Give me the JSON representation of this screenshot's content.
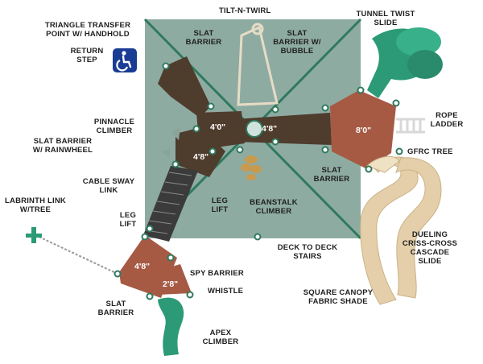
{
  "labels": {
    "tilt_n_twirl": "TILT-N-TWIRL",
    "triangle_transfer": "TRIANGLE TRANSFER POINT w/ HANDHOLD",
    "tunnel_twist_slide": "TUNNEL TWIST SLIDE",
    "slat_barrier_top": "SLAT BARRIER",
    "slat_barrier_bubble": "SLAT BARRIER w/ BUBBLE",
    "return_step": "RETURN STEP",
    "pinnacle_climber": "PINNACLE CLIMBER",
    "rope_ladder": "ROPE LADDER",
    "slat_barrier_rainwheel": "SLAT BARRIER w/ RAINWHEEL",
    "gfrc_tree": "GFRC TREE",
    "cable_sway_link": "CABLE SWAY LINK",
    "slat_barrier_right": "SLAT BARRIER",
    "labrinth_link": "LABRINTH LINK w/TREE",
    "leg_lift_center": "LEG LIFT",
    "beanstalk_climber": "BEANSTALK CLIMBER",
    "leg_lift_left": "LEG LIFT",
    "deck_to_deck": "DECK TO DECK STAIRS",
    "dueling_slide": "DUELING CRISS-CROSS CASCADE SLIDE",
    "spy_barrier": "SPY BARRIER",
    "whistle": "WHISTLE",
    "square_canopy": "SQUARE CANOPY FABRIC SHADE",
    "slat_barrier_bottom": "SLAT BARRIER",
    "apex_climber": "APEX CLIMBER"
  },
  "dimensions": {
    "deck_left": "4'0\"",
    "deck_center": "4'8\"",
    "deck_right": "8'0\"",
    "deck_lower": "4'8\"",
    "triangle_large": "4'8\"",
    "triangle_small": "2'8\""
  },
  "icons": {
    "accessibility": "accessibility-icon"
  },
  "colors": {
    "canopy": "#84a49a",
    "deck_brown": "#4e3c2c",
    "deck_red": "#a65a44",
    "slide_green": "#2c9a76",
    "slide_tan": "#e4cfaa",
    "post": "#ffffff",
    "accessibility_blue": "#1b3c95"
  }
}
